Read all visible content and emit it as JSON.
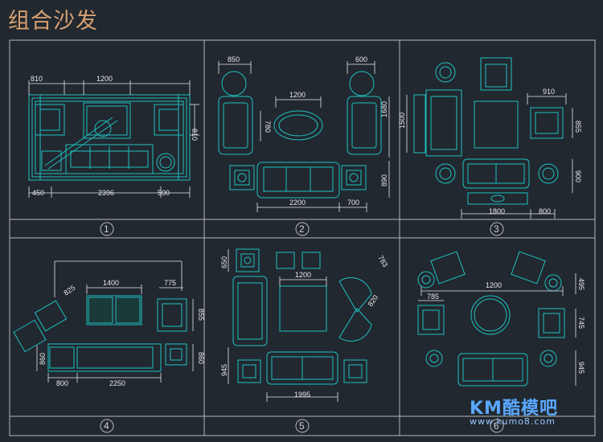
{
  "title": "组合沙发",
  "colors": {
    "background": "#212830",
    "frame": "#b8b8b8",
    "furniture": "#20c0c0",
    "dimension": "#e8e8e8",
    "title": "#d8a070"
  },
  "panels": [
    {
      "number": "1",
      "dims": [
        "810",
        "1200",
        "810",
        "450",
        "2396",
        "500"
      ]
    },
    {
      "number": "2",
      "dims": [
        "850",
        "600",
        "1200",
        "780",
        "1680",
        "890",
        "2200",
        "700"
      ]
    },
    {
      "number": "3",
      "dims": [
        "910",
        "1500",
        "855",
        "900",
        "1800",
        "800"
      ]
    },
    {
      "number": "4",
      "dims": [
        "1400",
        "775",
        "825",
        "855",
        "860",
        "860",
        "800",
        "2250"
      ]
    },
    {
      "number": "5",
      "dims": [
        "650",
        "1200",
        "783",
        "820",
        "945",
        "1995"
      ]
    },
    {
      "number": "6",
      "dims": [
        "1200",
        "495",
        "785",
        "745",
        "945"
      ]
    }
  ],
  "watermark": {
    "brand": "KM酷模吧",
    "url": "www.kumo8.com"
  }
}
